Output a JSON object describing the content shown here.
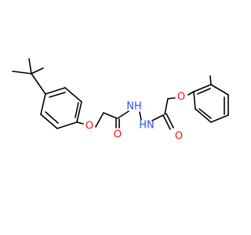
{
  "molecule": {
    "colors": {
      "bond": "#000000",
      "oxygen": "#ff0d0d",
      "nitrogen": "#3050f8",
      "background": "#ffffff"
    },
    "atom_labels": {
      "ether_o_left": "O",
      "carbonyl_o_left": "O",
      "nh_left": "NH",
      "nh_right": "HN",
      "ether_o_right": "O",
      "carbonyl_o_right": "O"
    }
  }
}
